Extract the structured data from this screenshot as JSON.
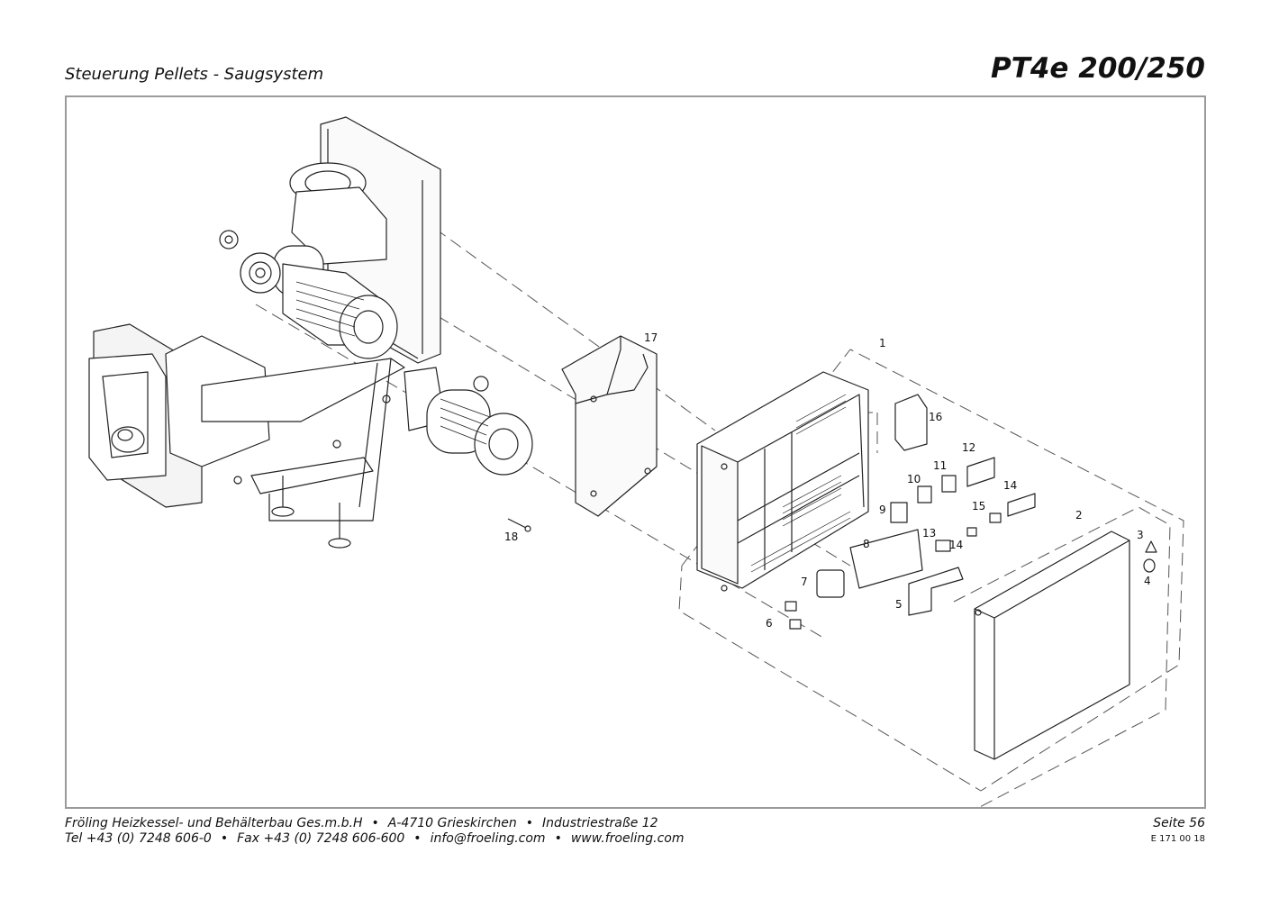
{
  "header": {
    "subtitle": "Steuerung Pellets - Saugsystem",
    "title": "PT4e 200/250"
  },
  "footer": {
    "company": "Fröling Heizkessel- und Behälterbau Ges.m.b.H",
    "city": "A-4710 Grieskirchen",
    "street": "Industriestraße 12",
    "tel": "Tel +43 (0) 7248 606-0",
    "fax": "Fax +43 (0) 7248 606-600",
    "email": "info@froeling.com",
    "web": "www.froeling.com",
    "page": "Seite 56",
    "doc_code": "E 171 00 18"
  },
  "diagram": {
    "part_labels": [
      "1",
      "2",
      "3",
      "4",
      "5",
      "6",
      "7",
      "8",
      "9",
      "10",
      "11",
      "12",
      "13",
      "14",
      "14",
      "15",
      "16",
      "17",
      "18"
    ]
  }
}
